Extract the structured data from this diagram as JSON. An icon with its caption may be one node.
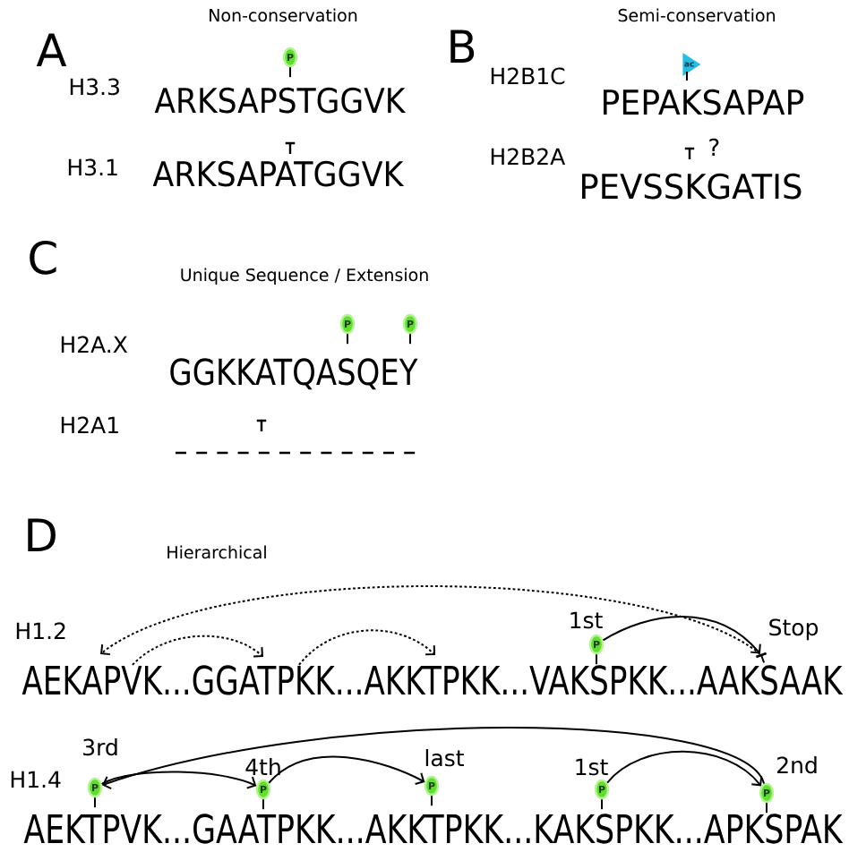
{
  "diagram": {
    "nodes": [
      {
        "text": [
          "P"
        ]
      },
      {
        "text": [
          "ac"
        ]
      },
      {
        "text": [
          "P"
        ]
      },
      {
        "text": [
          "P"
        ]
      },
      {
        "text": [
          "P"
        ],
        "beside": [
          "1st"
        ]
      },
      {
        "text": [],
        "shape": "bar",
        "beside": [
          "Stop"
        ]
      },
      {
        "text": [
          "AEKAPVK...GGATPKK...AKKTPKK...VAKSPKK...AAKSAAK"
        ]
      },
      {
        "text": [
          "P"
        ],
        "beside": [
          "3rd"
        ]
      },
      {
        "text": [
          "P"
        ],
        "beside": [
          "4th"
        ]
      },
      {
        "text": [
          "P"
        ],
        "beside": [
          "last"
        ]
      },
      {
        "text": [
          "P"
        ],
        "beside": [
          "1st"
        ]
      },
      {
        "text": [
          "P"
        ],
        "beside": [
          "2nd"
        ]
      }
    ],
    "edges": [
      {
        "from": 4,
        "to": 5,
        "arrow": "to"
      },
      {
        "from": 5,
        "to": 6,
        "arrow": "to",
        "style": "dashed"
      },
      {
        "from": 10,
        "to": 11,
        "arrow": "to"
      },
      {
        "from": 11,
        "to": 7,
        "arrow": "to"
      },
      {
        "from": 7,
        "to": 8,
        "arrow": "to"
      },
      {
        "from": 8,
        "to": 9,
        "arrow": "to"
      },
      {
        "from": 6,
        "to": null,
        "arrow": "to",
        "style": "dashed"
      },
      {
        "from": 6,
        "to": null,
        "arrow": "to",
        "style": "dashed"
      }
    ],
    "labels": [
      "Non-conservation",
      "A",
      "H3.3",
      "ARKSAPSTGGVK",
      "H3.1",
      "ARKSAPATGGVK",
      "Semi-conservation",
      "B",
      "H2B1C",
      "PEPAKSAPAP",
      "H2B2A",
      "?",
      "PEVSSKGATIS",
      "C",
      "Unique Sequence / Extension",
      "H2A.X",
      "GGKKATQASQEY",
      "H2A1",
      "D",
      "Hierarchical",
      "H1.2",
      "H1.4",
      "AEKTPVK...GAATPKK...AKKTPKK...KAKSPKK...APKSPAK"
    ]
  }
}
